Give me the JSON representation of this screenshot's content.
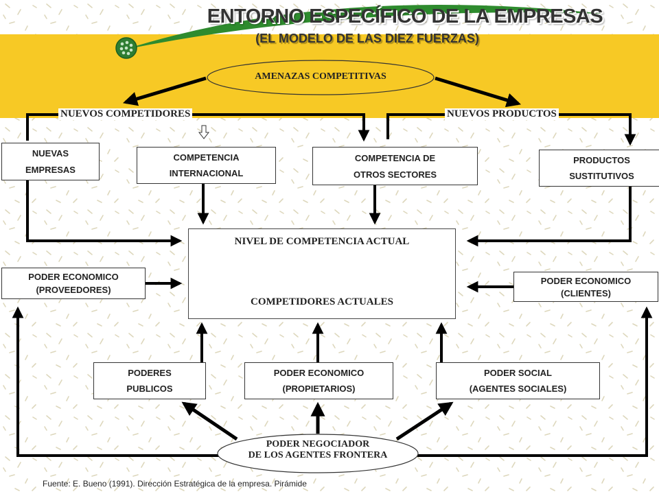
{
  "header": {
    "title": "ENTORNO ESPECÍFICO DE LA EMPRESAS",
    "subtitle": "(EL MODELO DE LAS DIEZ FUERZAS)"
  },
  "threats": {
    "label": "AMENAZAS COMPETITIVAS",
    "new_competitors": "NUEVOS COMPETIDORES",
    "new_products": "NUEVOS PRODUCTOS"
  },
  "boxes": {
    "nuevas_empresas": [
      "NUEVAS",
      "EMPRESAS"
    ],
    "competencia_internacional": [
      "COMPETENCIA",
      "INTERNACIONAL"
    ],
    "competencia_otros": [
      "COMPETENCIA DE",
      "OTROS SECTORES"
    ],
    "productos_sustitutivos": [
      "PRODUCTOS",
      "SUSTITUTIVOS"
    ],
    "proveedores": [
      "PODER ECONOMICO",
      "(PROVEEDORES)"
    ],
    "clientes": [
      "PODER ECONOMICO",
      "(CLIENTES)"
    ],
    "poderes_publicos": [
      "PODERES",
      "PUBLICOS"
    ],
    "propietarios": [
      "PODER ECONOMICO",
      "(PROPIETARIOS)"
    ],
    "agentes_sociales": [
      "PODER SOCIAL",
      "(AGENTES SOCIALES)"
    ]
  },
  "center": {
    "top": "NIVEL DE COMPETENCIA ACTUAL",
    "bottom": "COMPETIDORES ACTUALES"
  },
  "bottom_oval": [
    "PODER NEGOCIADOR",
    "DE LOS AGENTES FRONTERA"
  ],
  "footer": "Fuente:  E. Bueno (1991).  Dirección Estratégica de la empresa. Pirámide",
  "colors": {
    "band": "#f7c925",
    "swoosh": "#2e8b2e",
    "line": "#000000",
    "cycle_icon": "#b8b8b8"
  }
}
